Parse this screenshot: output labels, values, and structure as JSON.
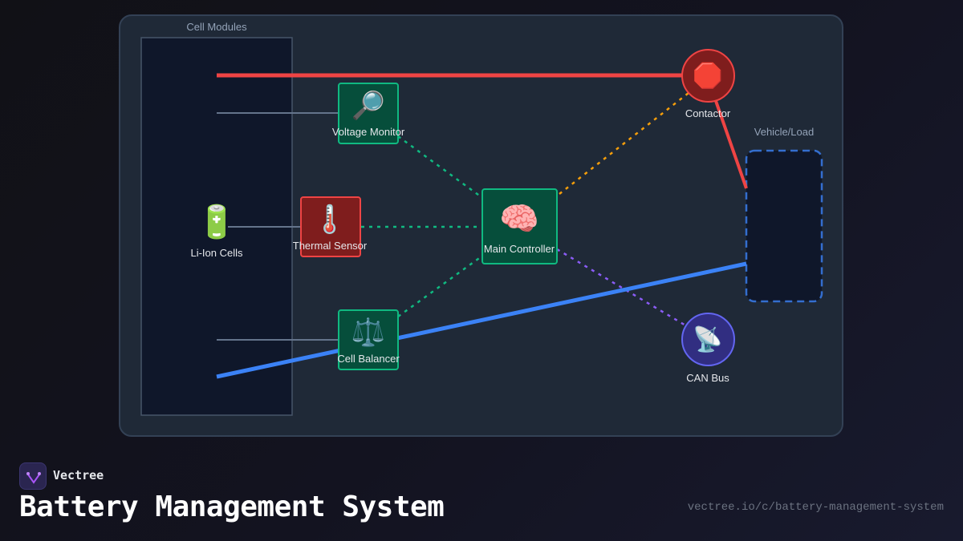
{
  "diagram": {
    "groups": {
      "cell_modules": {
        "label": "Cell Modules"
      },
      "vehicle_load": {
        "label": "Vehicle/Load"
      }
    },
    "nodes": {
      "li_ion_cells": {
        "label": "Li-Ion Cells",
        "icon": "battery-icon",
        "glyph": "🔋"
      },
      "voltage_monitor": {
        "label": "Voltage Monitor",
        "icon": "magnifying-glass-icon",
        "glyph": "🔎"
      },
      "thermal_sensor": {
        "label": "Thermal Sensor",
        "icon": "thermometer-icon",
        "glyph": "🌡️"
      },
      "cell_balancer": {
        "label": "Cell Balancer",
        "icon": "scales-icon",
        "glyph": "⚖️"
      },
      "main_controller": {
        "label": "Main Controller",
        "icon": "brain-icon",
        "glyph": "🧠"
      },
      "contactor": {
        "label": "Contactor",
        "icon": "stop-sign-icon",
        "glyph": "🛑"
      },
      "can_bus": {
        "label": "CAN Bus",
        "icon": "satellite-dish-icon",
        "glyph": "📡"
      }
    },
    "edges": [
      {
        "from": "li_ion_cells",
        "to": "contactor",
        "kind": "power-positive",
        "color": "#ef4444"
      },
      {
        "from": "contactor",
        "to": "vehicle_load",
        "kind": "power-positive",
        "color": "#ef4444"
      },
      {
        "from": "li_ion_cells",
        "to": "vehicle_load",
        "kind": "power-negative",
        "color": "#3b82f6"
      },
      {
        "from": "li_ion_cells",
        "to": "voltage_monitor",
        "kind": "sense",
        "color": "#64748b"
      },
      {
        "from": "li_ion_cells",
        "to": "thermal_sensor",
        "kind": "sense",
        "color": "#64748b"
      },
      {
        "from": "li_ion_cells",
        "to": "cell_balancer",
        "kind": "sense",
        "color": "#64748b"
      },
      {
        "from": "voltage_monitor",
        "to": "main_controller",
        "kind": "data",
        "color": "#10b981"
      },
      {
        "from": "thermal_sensor",
        "to": "main_controller",
        "kind": "data",
        "color": "#10b981"
      },
      {
        "from": "cell_balancer",
        "to": "main_controller",
        "kind": "data",
        "color": "#10b981"
      },
      {
        "from": "main_controller",
        "to": "contactor",
        "kind": "control",
        "color": "#f59e0b"
      },
      {
        "from": "main_controller",
        "to": "can_bus",
        "kind": "comms",
        "color": "#8b5cf6"
      }
    ]
  },
  "footer": {
    "brand": "Vectree",
    "title": "Battery Management System",
    "url": "vectree.io/c/battery-management-system"
  }
}
